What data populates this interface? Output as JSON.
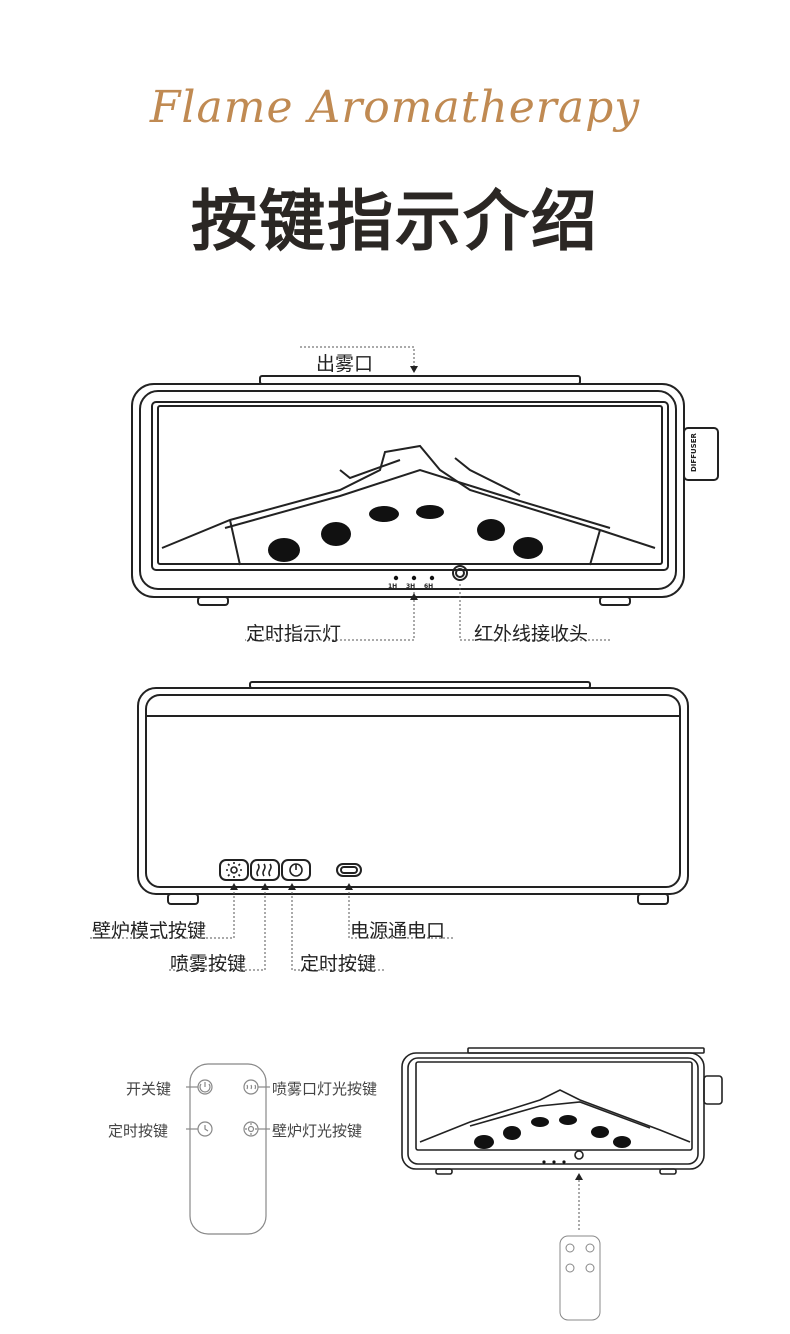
{
  "header": {
    "script_title": "Flame Aromatherapy",
    "title": "按键指示介绍"
  },
  "front_view": {
    "mist_outlet_label": "出雾口",
    "timer_indicator_label": "定时指示灯",
    "ir_receiver_label": "红外线接收头",
    "timer_marks": [
      "1H",
      "3H",
      "6H"
    ],
    "side_badge": "DIFFUSER"
  },
  "back_view": {
    "fireplace_mode_label": "壁炉模式按键",
    "mist_button_label": "喷雾按键",
    "timer_button_label": "定时按键",
    "power_port_label": "电源通电口"
  },
  "remote": {
    "power_key_label": "开关键",
    "mist_light_key_label": "喷雾口灯光按键",
    "timer_key_label": "定时按键",
    "fireplace_light_key_label": "壁炉灯光按键"
  },
  "colors": {
    "accent": "#c08a52",
    "title": "#2b2724",
    "line": "#222222"
  },
  "icons": [
    "fireplace-mode-icon",
    "mist-icon",
    "timer-power-icon",
    "usb-c-port-icon",
    "power-icon",
    "clock-icon",
    "mist-light-icon",
    "sun-light-icon"
  ]
}
